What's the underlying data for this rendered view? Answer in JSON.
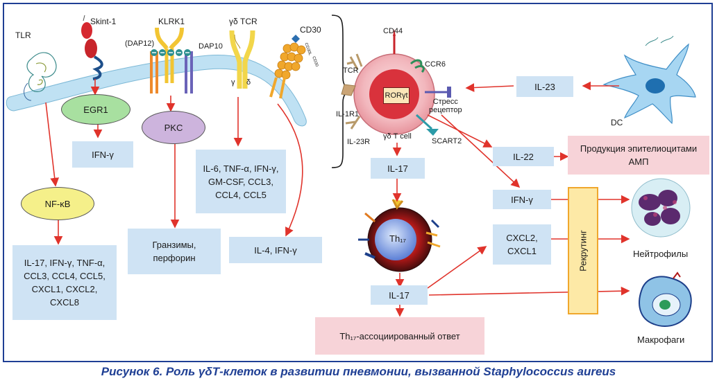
{
  "receptors": {
    "tlr": "TLR",
    "skint": "Skint-1",
    "klrk": "KLRK1",
    "dap12": "(DAP12)",
    "dap10": "DAP10",
    "tcr": "γδ TCR",
    "gamma": "γ",
    "delta": "δ",
    "cd30": "CD30",
    "cd30l": "CD30L",
    "cd30b": "CD30"
  },
  "cell": {
    "cd44": "CD44",
    "tcr": "TCR",
    "ccr6": "CCR6",
    "ror": "RORγt",
    "stress": "Стресс\nрецептор",
    "il1r1": "IL-1R1",
    "il23r": "IL-23R",
    "gdcell": "γδ T cell",
    "scart2": "SCART2"
  },
  "signals": {
    "egr1": "EGR1",
    "pkc": "PKC",
    "nfkb": "NF-κB"
  },
  "boxes": {
    "ifng_egr": "IFN-γ",
    "tcr_out": "IL-6, TNF-α, IFN-γ,\nGM-CSF, CCL3,\nCCL4, CCL5",
    "nfkb_out": "IL-17, IFN-γ, TNF-α,\nCCL3, CCL4, CCL5,\nCXCL1, CXCL2,\nCXCL8",
    "granz": "Гранзимы,\nперфорин",
    "il4": "IL-4, IFN-γ",
    "il23": "IL-23",
    "il22": "IL-22",
    "amp": "Продукция эпителиоцитами\nАМП",
    "il17a": "IL-17",
    "ifng2": "IFN-γ",
    "cxcl": "CXCL2,\nCXCL1",
    "il17b": "IL-17",
    "th17resp": "Th₁₇-ассоциированный ответ"
  },
  "recruit": "Рекрутинг",
  "labels": {
    "dc": "DC",
    "th17": "Th₁₇",
    "neutro": "Нейтрофилы",
    "macro": "Макрофаги"
  },
  "caption": "Рисунок 6. Роль γδТ-клеток в развитии пневмонии, вызванной Staphylococcus aureus",
  "colors": {
    "arrow": "#e0332b",
    "box": "#cfe3f4",
    "pink": "#f7d3d8",
    "frame": "#1f3f94",
    "membrane": "#bfe1f3",
    "recruit": "#fde9a6"
  }
}
